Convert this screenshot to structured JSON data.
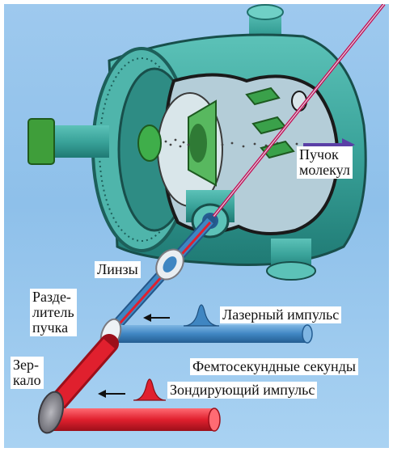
{
  "labels": {
    "molecular_beam": "Пучок\nмолекул",
    "lenses": "Линзы",
    "beam_splitter": "Разде-\nлитель\nпучка",
    "laser_pulse": "Лазерный импульс",
    "femtosecond": "Фемтосекундные секунды",
    "mirror": "Зер-\nкало",
    "probe_pulse": "Зондирующий импульс"
  },
  "colors": {
    "background": "#9ec9ee",
    "chamber": "#3aa39a",
    "chamber_dark": "#1f6f6a",
    "pump_beam": "#3f86c2",
    "probe_beam": "#e0202e",
    "arrow": "#5a3fa6"
  }
}
